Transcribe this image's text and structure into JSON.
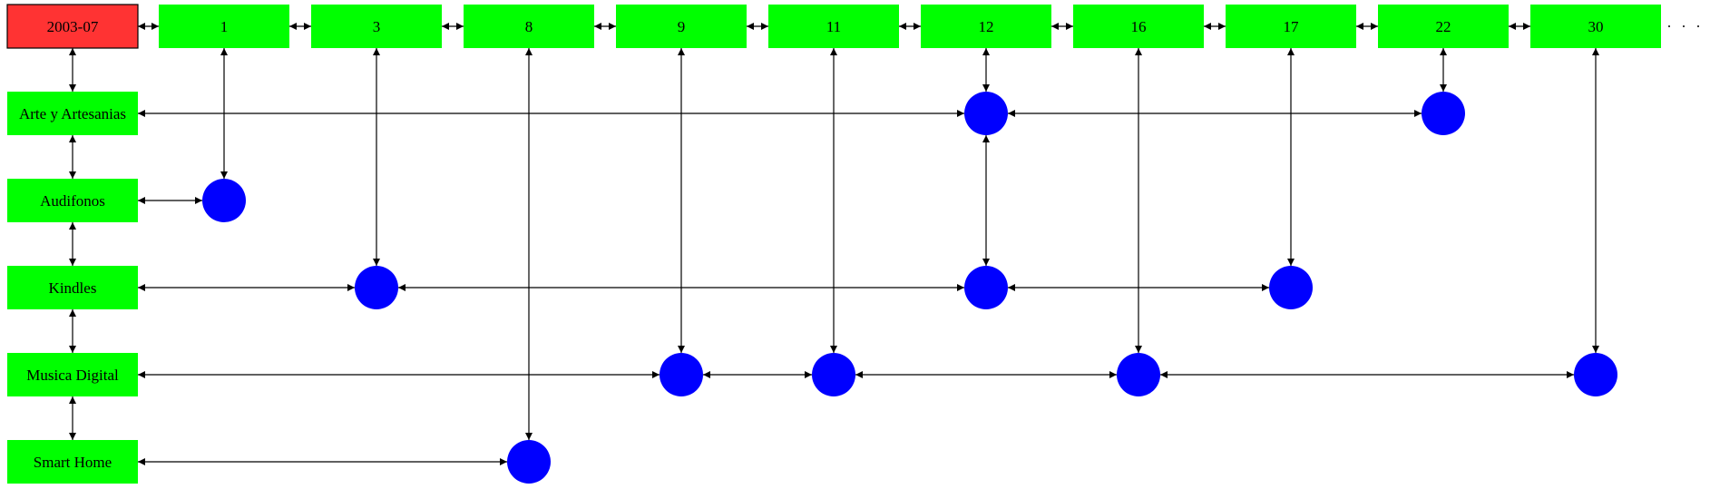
{
  "title": "2003-07",
  "colors": {
    "title_box": "#ff3333",
    "box": "#00ff00",
    "node": "#0000ff",
    "edge": "#000000"
  },
  "columns": [
    "1",
    "3",
    "8",
    "9",
    "11",
    "12",
    "16",
    "17",
    "22",
    "30"
  ],
  "rows": [
    "Arte y Artesanias",
    "Audifonos",
    "Kindles",
    "Musica Digital",
    "Smart Home"
  ],
  "nodes": [
    {
      "row": "Arte y Artesanias",
      "col": "12"
    },
    {
      "row": "Arte y Artesanias",
      "col": "22"
    },
    {
      "row": "Audifonos",
      "col": "1"
    },
    {
      "row": "Kindles",
      "col": "3"
    },
    {
      "row": "Kindles",
      "col": "12"
    },
    {
      "row": "Kindles",
      "col": "17"
    },
    {
      "row": "Musica Digital",
      "col": "9"
    },
    {
      "row": "Musica Digital",
      "col": "11"
    },
    {
      "row": "Musica Digital",
      "col": "16"
    },
    {
      "row": "Musica Digital",
      "col": "30"
    },
    {
      "row": "Smart Home",
      "col": "8"
    }
  ]
}
